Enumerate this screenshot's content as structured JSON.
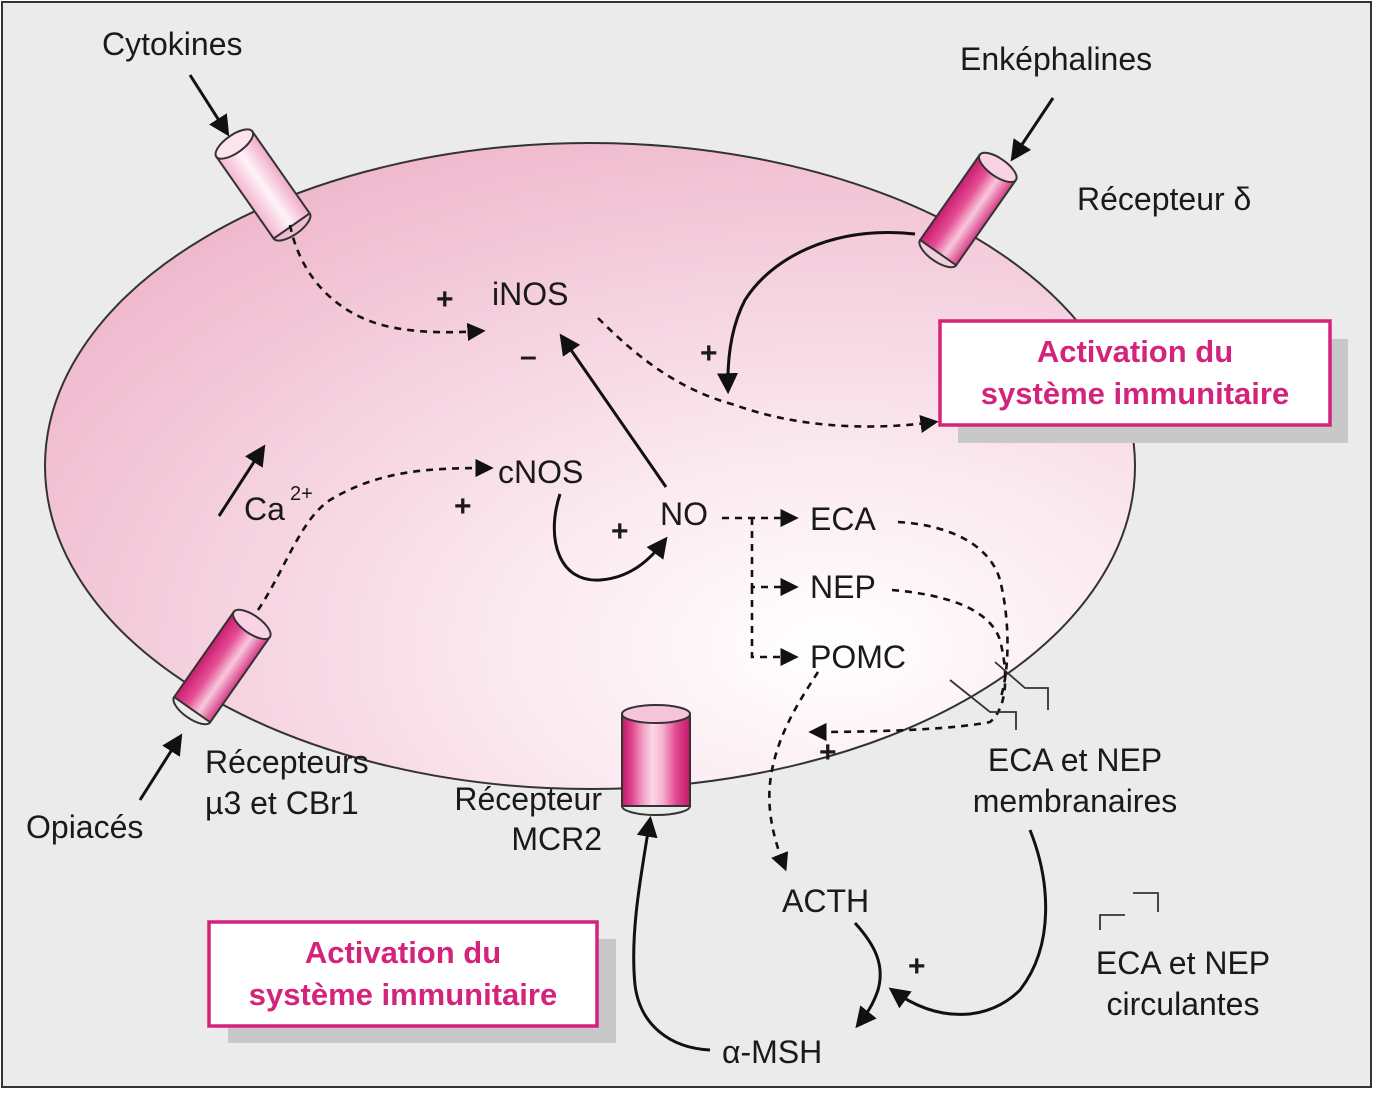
{
  "labels": {
    "cytokines": "Cytokines",
    "enkephalines": "Enképhalines",
    "recepteur_delta": "Récepteur δ",
    "inos": "iNOS",
    "cnos": "cNOS",
    "no": "NO",
    "eca": "ECA",
    "nep": "NEP",
    "pomc": "POMC",
    "ca": "Ca",
    "ca_charge": "2+",
    "recepteurs_line1": "Récepteurs",
    "recepteurs_line2": "µ3 et CBr1",
    "opiaces": "Opiacés",
    "recepteur_mcr2_line1": "Récepteur",
    "recepteur_mcr2_line2": "MCR2",
    "acth": "ACTH",
    "msh": "α-MSH",
    "eca_nep_membranaires_line1": "ECA et NEP",
    "eca_nep_membranaires_line2": "membranaires",
    "eca_nep_circulantes_line1": "ECA et NEP",
    "eca_nep_circulantes_line2": "circulantes"
  },
  "signs": {
    "plus": "+",
    "minus": "–"
  },
  "boxes": {
    "activation_line1": "Activation du",
    "activation_line2": "système immunitaire"
  },
  "colors": {
    "background": "#ebebeb",
    "cell_fill": "#f3c9d8",
    "accent": "#d4237a",
    "receptor_dark": "#d4237a",
    "receptor_light": "#f7d6e3"
  }
}
